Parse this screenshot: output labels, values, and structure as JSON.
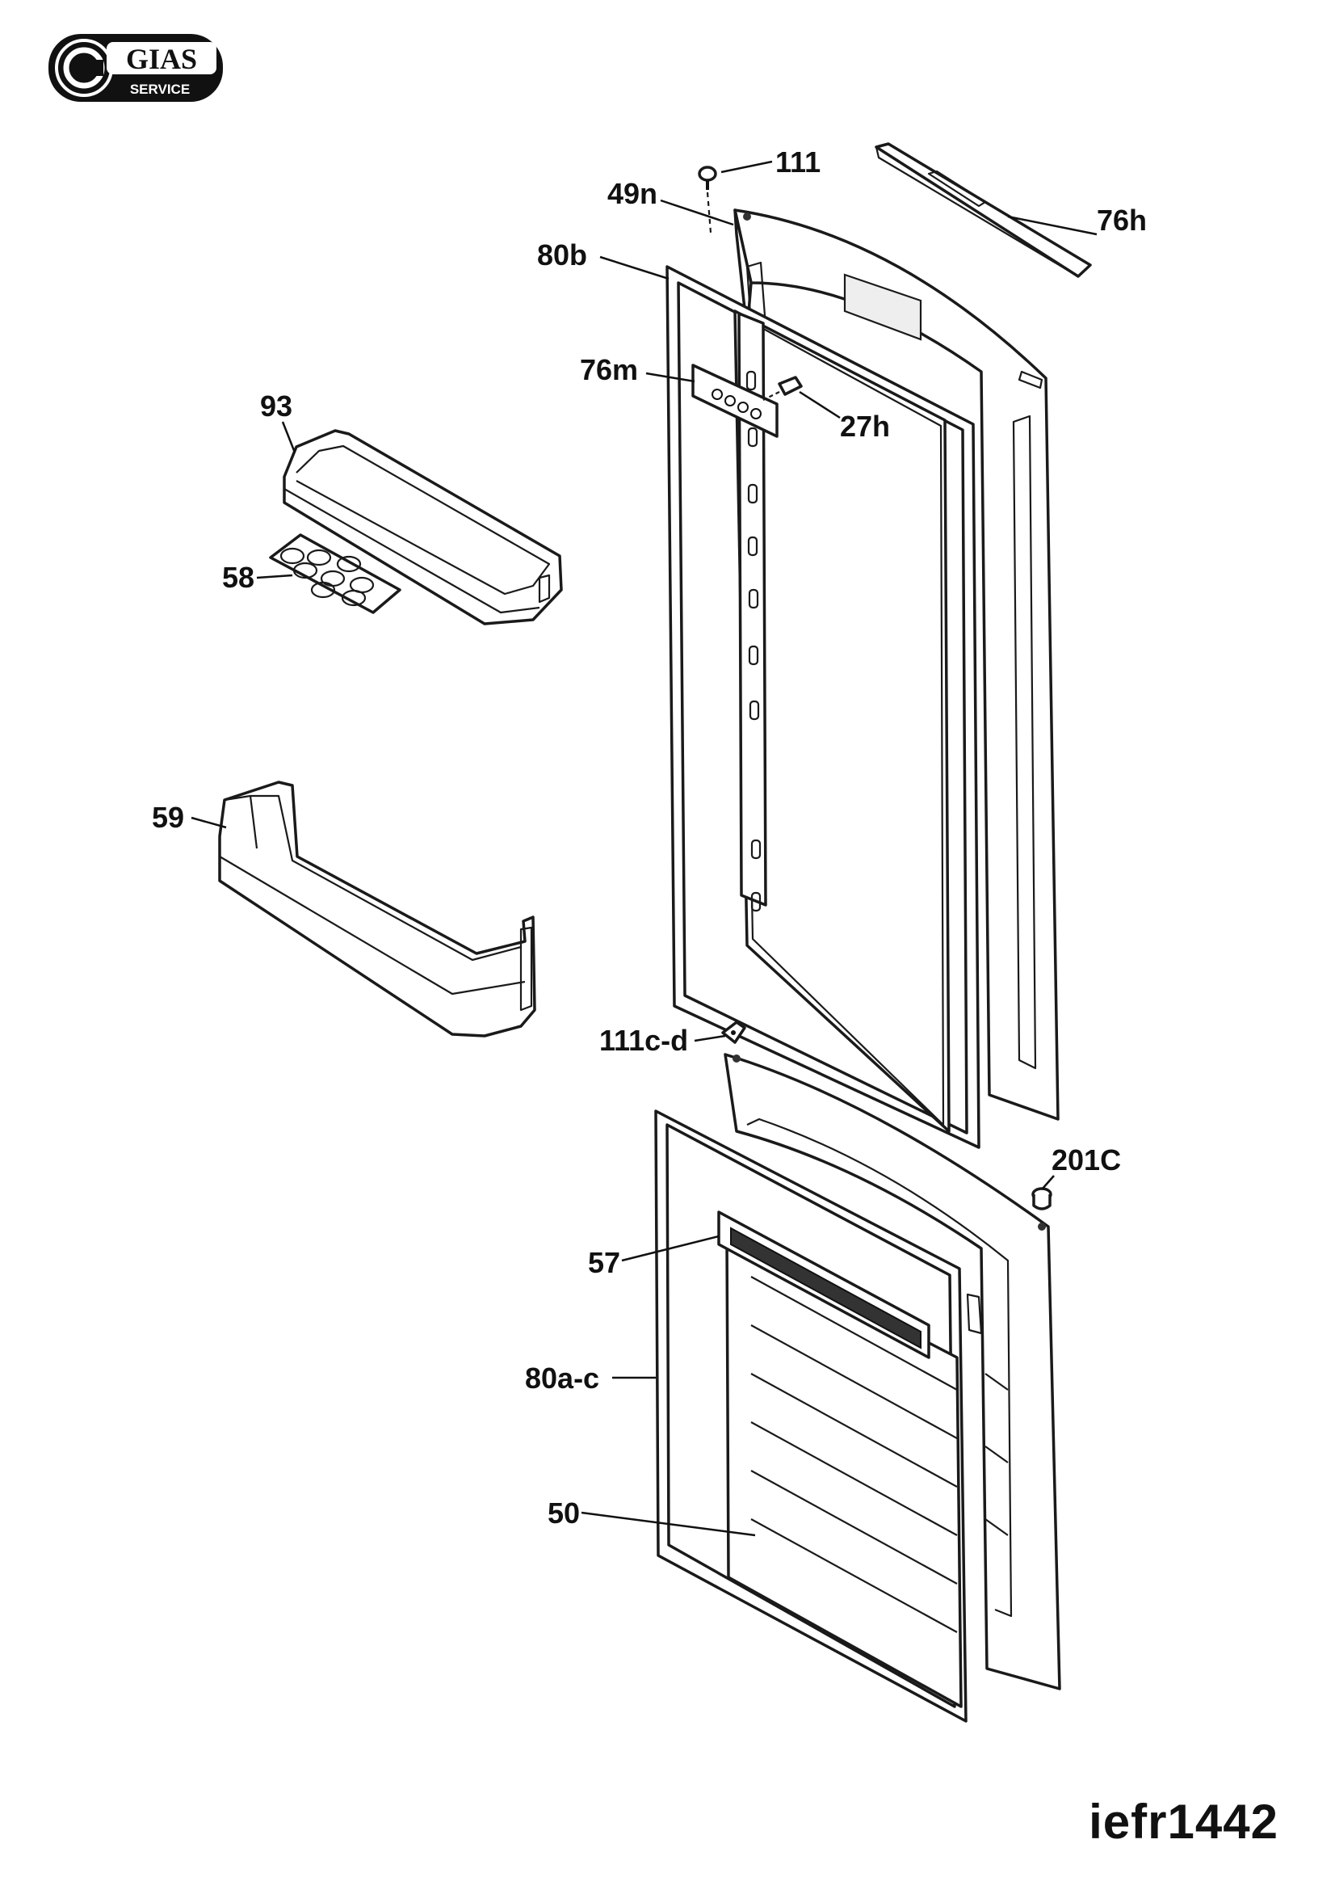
{
  "brand": {
    "logo_text": "GIAS",
    "logo_subtext": "SERVICE"
  },
  "model_code": "iefr1442",
  "callouts": [
    {
      "id": "111",
      "label": "111"
    },
    {
      "id": "49n",
      "label": "49n"
    },
    {
      "id": "76h",
      "label": "76h"
    },
    {
      "id": "80b",
      "label": "80b"
    },
    {
      "id": "76m",
      "label": "76m"
    },
    {
      "id": "27h",
      "label": "27h"
    },
    {
      "id": "93",
      "label": "93"
    },
    {
      "id": "58",
      "label": "58"
    },
    {
      "id": "59",
      "label": "59"
    },
    {
      "id": "111c-d",
      "label": "111c-d"
    },
    {
      "id": "201c",
      "label": "201C"
    },
    {
      "id": "57",
      "label": "57"
    },
    {
      "id": "80a-c",
      "label": "80a-c"
    },
    {
      "id": "50",
      "label": "50"
    }
  ]
}
